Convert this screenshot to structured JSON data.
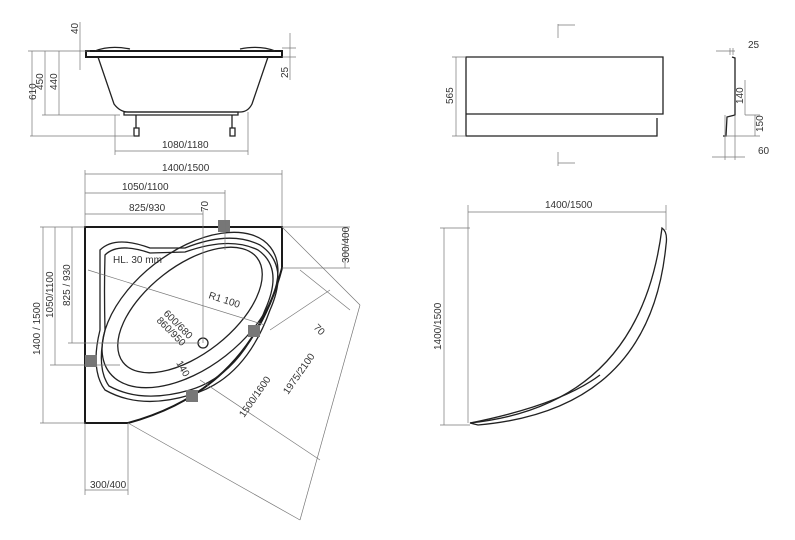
{
  "side_view": {
    "h_total": "610",
    "h_450": "450",
    "h_440": "440",
    "rim": "40",
    "rim_right": "25",
    "length": "1080/1180"
  },
  "top_view": {
    "width_total": "1400/1500",
    "width_1050": "1050/1100",
    "width_825": "825/930",
    "offset_70": "70",
    "left_total": "1400 / 1500",
    "left_1050": "1050/1100",
    "left_825": "825 / 930",
    "right_300": "300/400",
    "bottom_300": "300/400",
    "hl": "HL. 30 mm",
    "radius": "R1 100",
    "inner_600": "600/680",
    "inner_860": "860/950",
    "rim_140": "140",
    "diag_70": "70",
    "diag_1500": "1500/1600",
    "diag_1975": "1975/2100"
  },
  "panel_front": {
    "height": "565"
  },
  "panel_section": {
    "top": "25",
    "upper": "140",
    "lower": "150",
    "depth": "60"
  },
  "panel_top": {
    "width": "1400/1500",
    "height": "1400/1500"
  }
}
